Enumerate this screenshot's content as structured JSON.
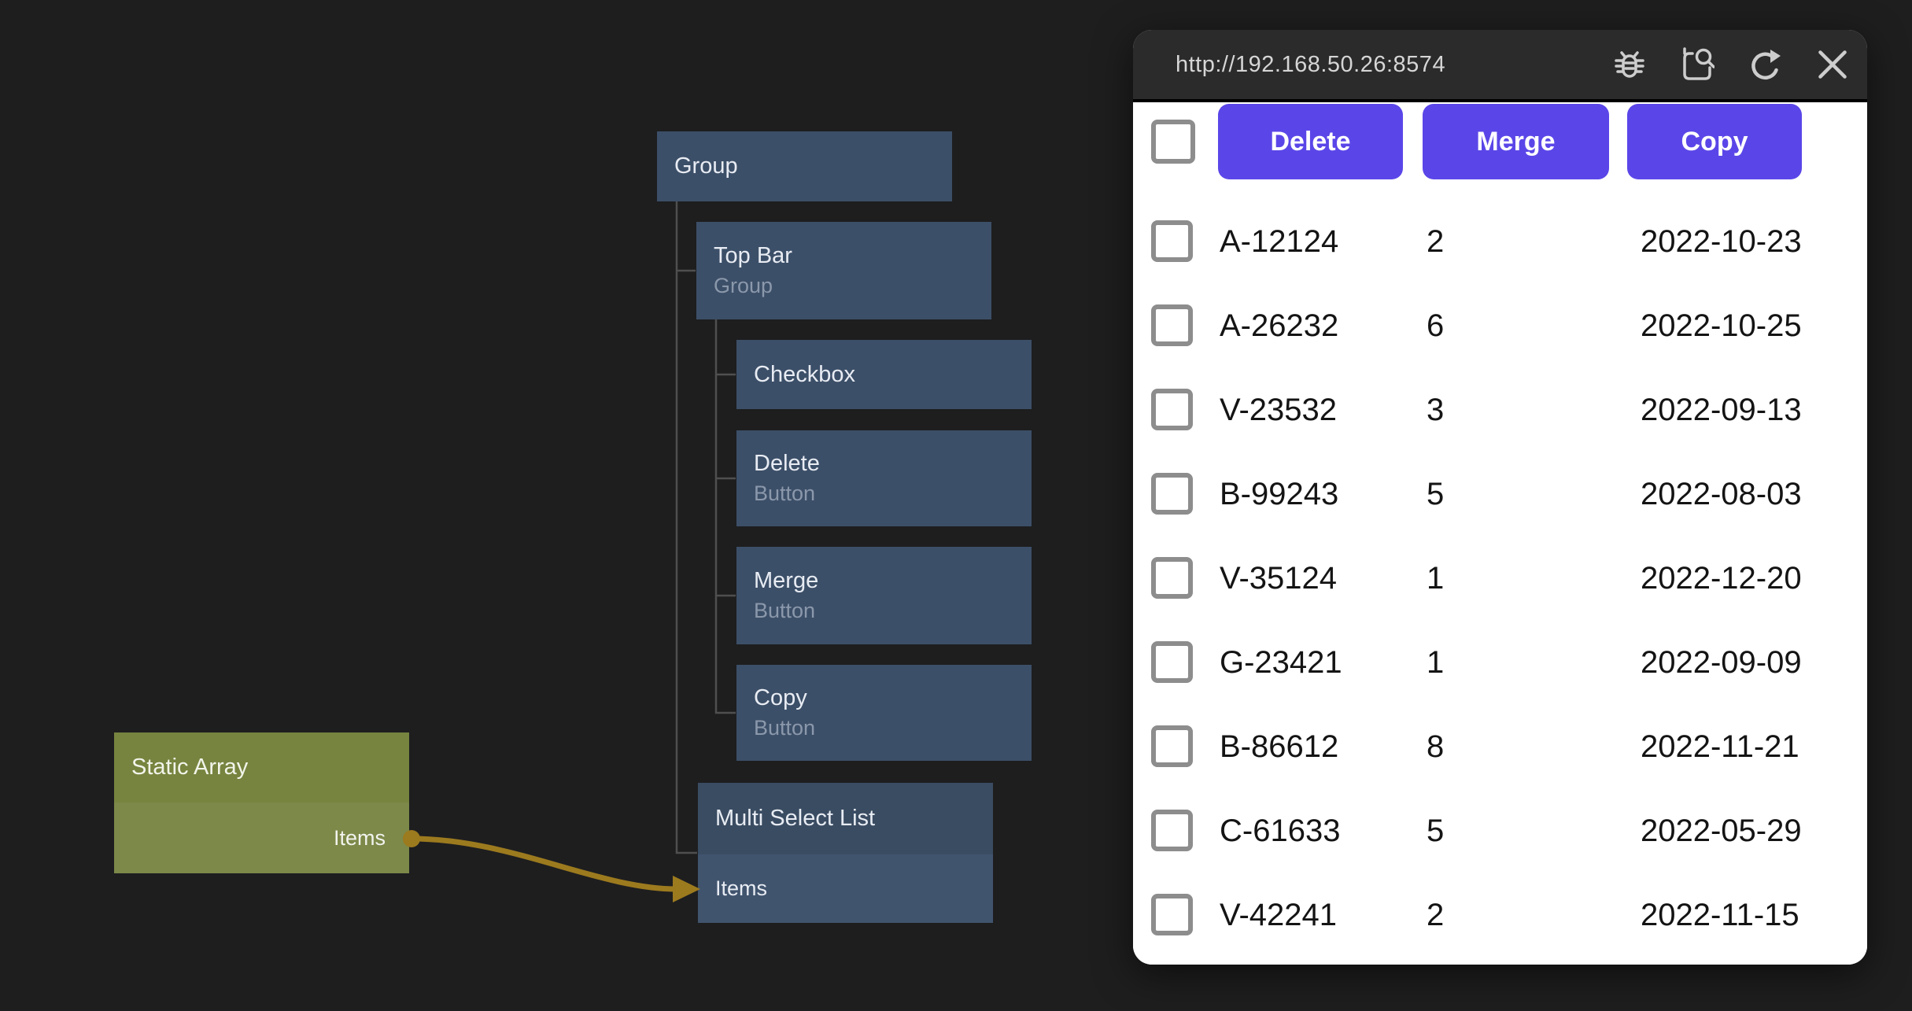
{
  "canvas": {
    "nodes": {
      "group": {
        "title": "Group"
      },
      "top_bar": {
        "title": "Top Bar",
        "subtitle": "Group"
      },
      "checkbox": {
        "title": "Checkbox"
      },
      "delete": {
        "title": "Delete",
        "subtitle": "Button"
      },
      "merge": {
        "title": "Merge",
        "subtitle": "Button"
      },
      "copy": {
        "title": "Copy",
        "subtitle": "Button"
      },
      "multi_select_list": {
        "title": "Multi Select List",
        "port": "Items"
      },
      "static_array": {
        "title": "Static Array",
        "port": "Items"
      }
    },
    "connection": {
      "from": "Static Array / Items",
      "to": "Multi Select List / Items",
      "color": "#9c7a1e"
    },
    "colors": {
      "background": "#1e1e1f",
      "node_blue": "#3c4f68",
      "node_blue_body": "#41546e",
      "node_green_header": "#76843f",
      "node_green_body": "#7c8949",
      "tree_line": "#4f4f4f"
    }
  },
  "preview": {
    "url": "http://192.168.50.26:8574",
    "icons": {
      "debug": "bug-icon",
      "inspect": "page-search-icon",
      "refresh": "refresh-icon",
      "close": "close-icon"
    },
    "toolbar": {
      "delete_label": "Delete",
      "merge_label": "Merge",
      "copy_label": "Copy",
      "button_color": "#5a46e8"
    },
    "rows": [
      {
        "id": "A-12124",
        "qty": "2",
        "date": "2022-10-23"
      },
      {
        "id": "A-26232",
        "qty": "6",
        "date": "2022-10-25"
      },
      {
        "id": "V-23532",
        "qty": "3",
        "date": "2022-09-13"
      },
      {
        "id": "B-99243",
        "qty": "5",
        "date": "2022-08-03"
      },
      {
        "id": "V-35124",
        "qty": "1",
        "date": "2022-12-20"
      },
      {
        "id": "G-23421",
        "qty": "1",
        "date": "2022-09-09"
      },
      {
        "id": "B-86612",
        "qty": "8",
        "date": "2022-11-21"
      },
      {
        "id": "C-61633",
        "qty": "5",
        "date": "2022-05-29"
      },
      {
        "id": "V-42241",
        "qty": "2",
        "date": "2022-11-15"
      }
    ]
  }
}
